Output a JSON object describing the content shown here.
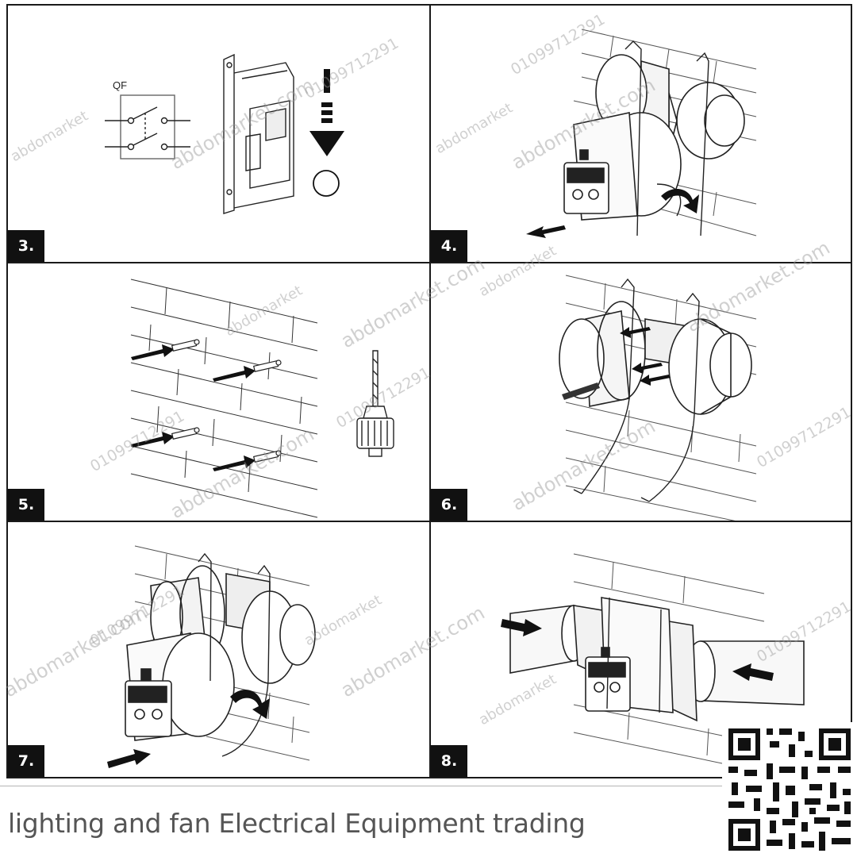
{
  "panels": [
    {
      "step": "3.",
      "scene": "breaker",
      "switch_label": "QF"
    },
    {
      "step": "4.",
      "scene": "fan-remove"
    },
    {
      "step": "5.",
      "scene": "wall-drill"
    },
    {
      "step": "6.",
      "scene": "clamp-mount"
    },
    {
      "step": "7.",
      "scene": "fan-insert"
    },
    {
      "step": "8.",
      "scene": "duct-connect"
    }
  ],
  "footer": {
    "text": "lighting and fan Electrical Equipment trading"
  },
  "watermark": {
    "url": "abdomarket.com",
    "name": "abdomarket",
    "phone": "01099712291"
  },
  "qr_code": {
    "icon": "qr-code-icon"
  }
}
